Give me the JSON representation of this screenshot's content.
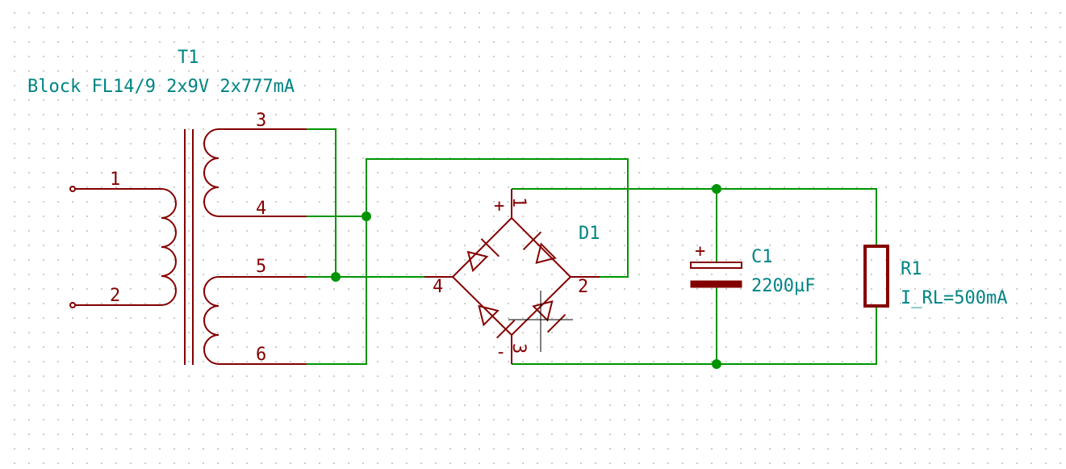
{
  "schematic": {
    "transformer": {
      "reference": "T1",
      "value": "Block FL14/9 2x9V 2x777mA",
      "pins": [
        "1",
        "2",
        "3",
        "4",
        "5",
        "6"
      ]
    },
    "bridge": {
      "reference": "D1",
      "pins": [
        "1",
        "2",
        "3",
        "4"
      ],
      "plus_sign": "+",
      "minus_sign": "-"
    },
    "capacitor": {
      "reference": "C1",
      "value": "2200µF",
      "plus_sign": "+"
    },
    "resistor": {
      "reference": "R1",
      "value": "I_RL=500mA"
    }
  },
  "colors": {
    "wire": "#009400",
    "component": "#840000",
    "reference_text": "#008484",
    "grid": "#a8a8a8",
    "background": "#ffffff"
  }
}
